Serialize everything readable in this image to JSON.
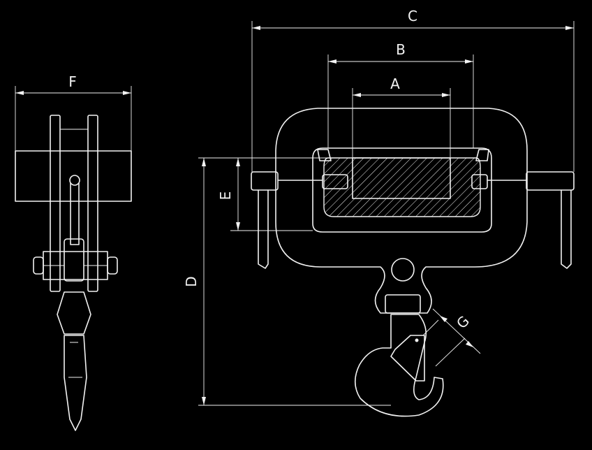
{
  "labels": {
    "A": "A",
    "B": "B",
    "C": "C",
    "D": "D",
    "E": "E",
    "F": "F",
    "G": "G"
  },
  "colors": {
    "background": "#000000",
    "line": "#f2f2f2"
  }
}
